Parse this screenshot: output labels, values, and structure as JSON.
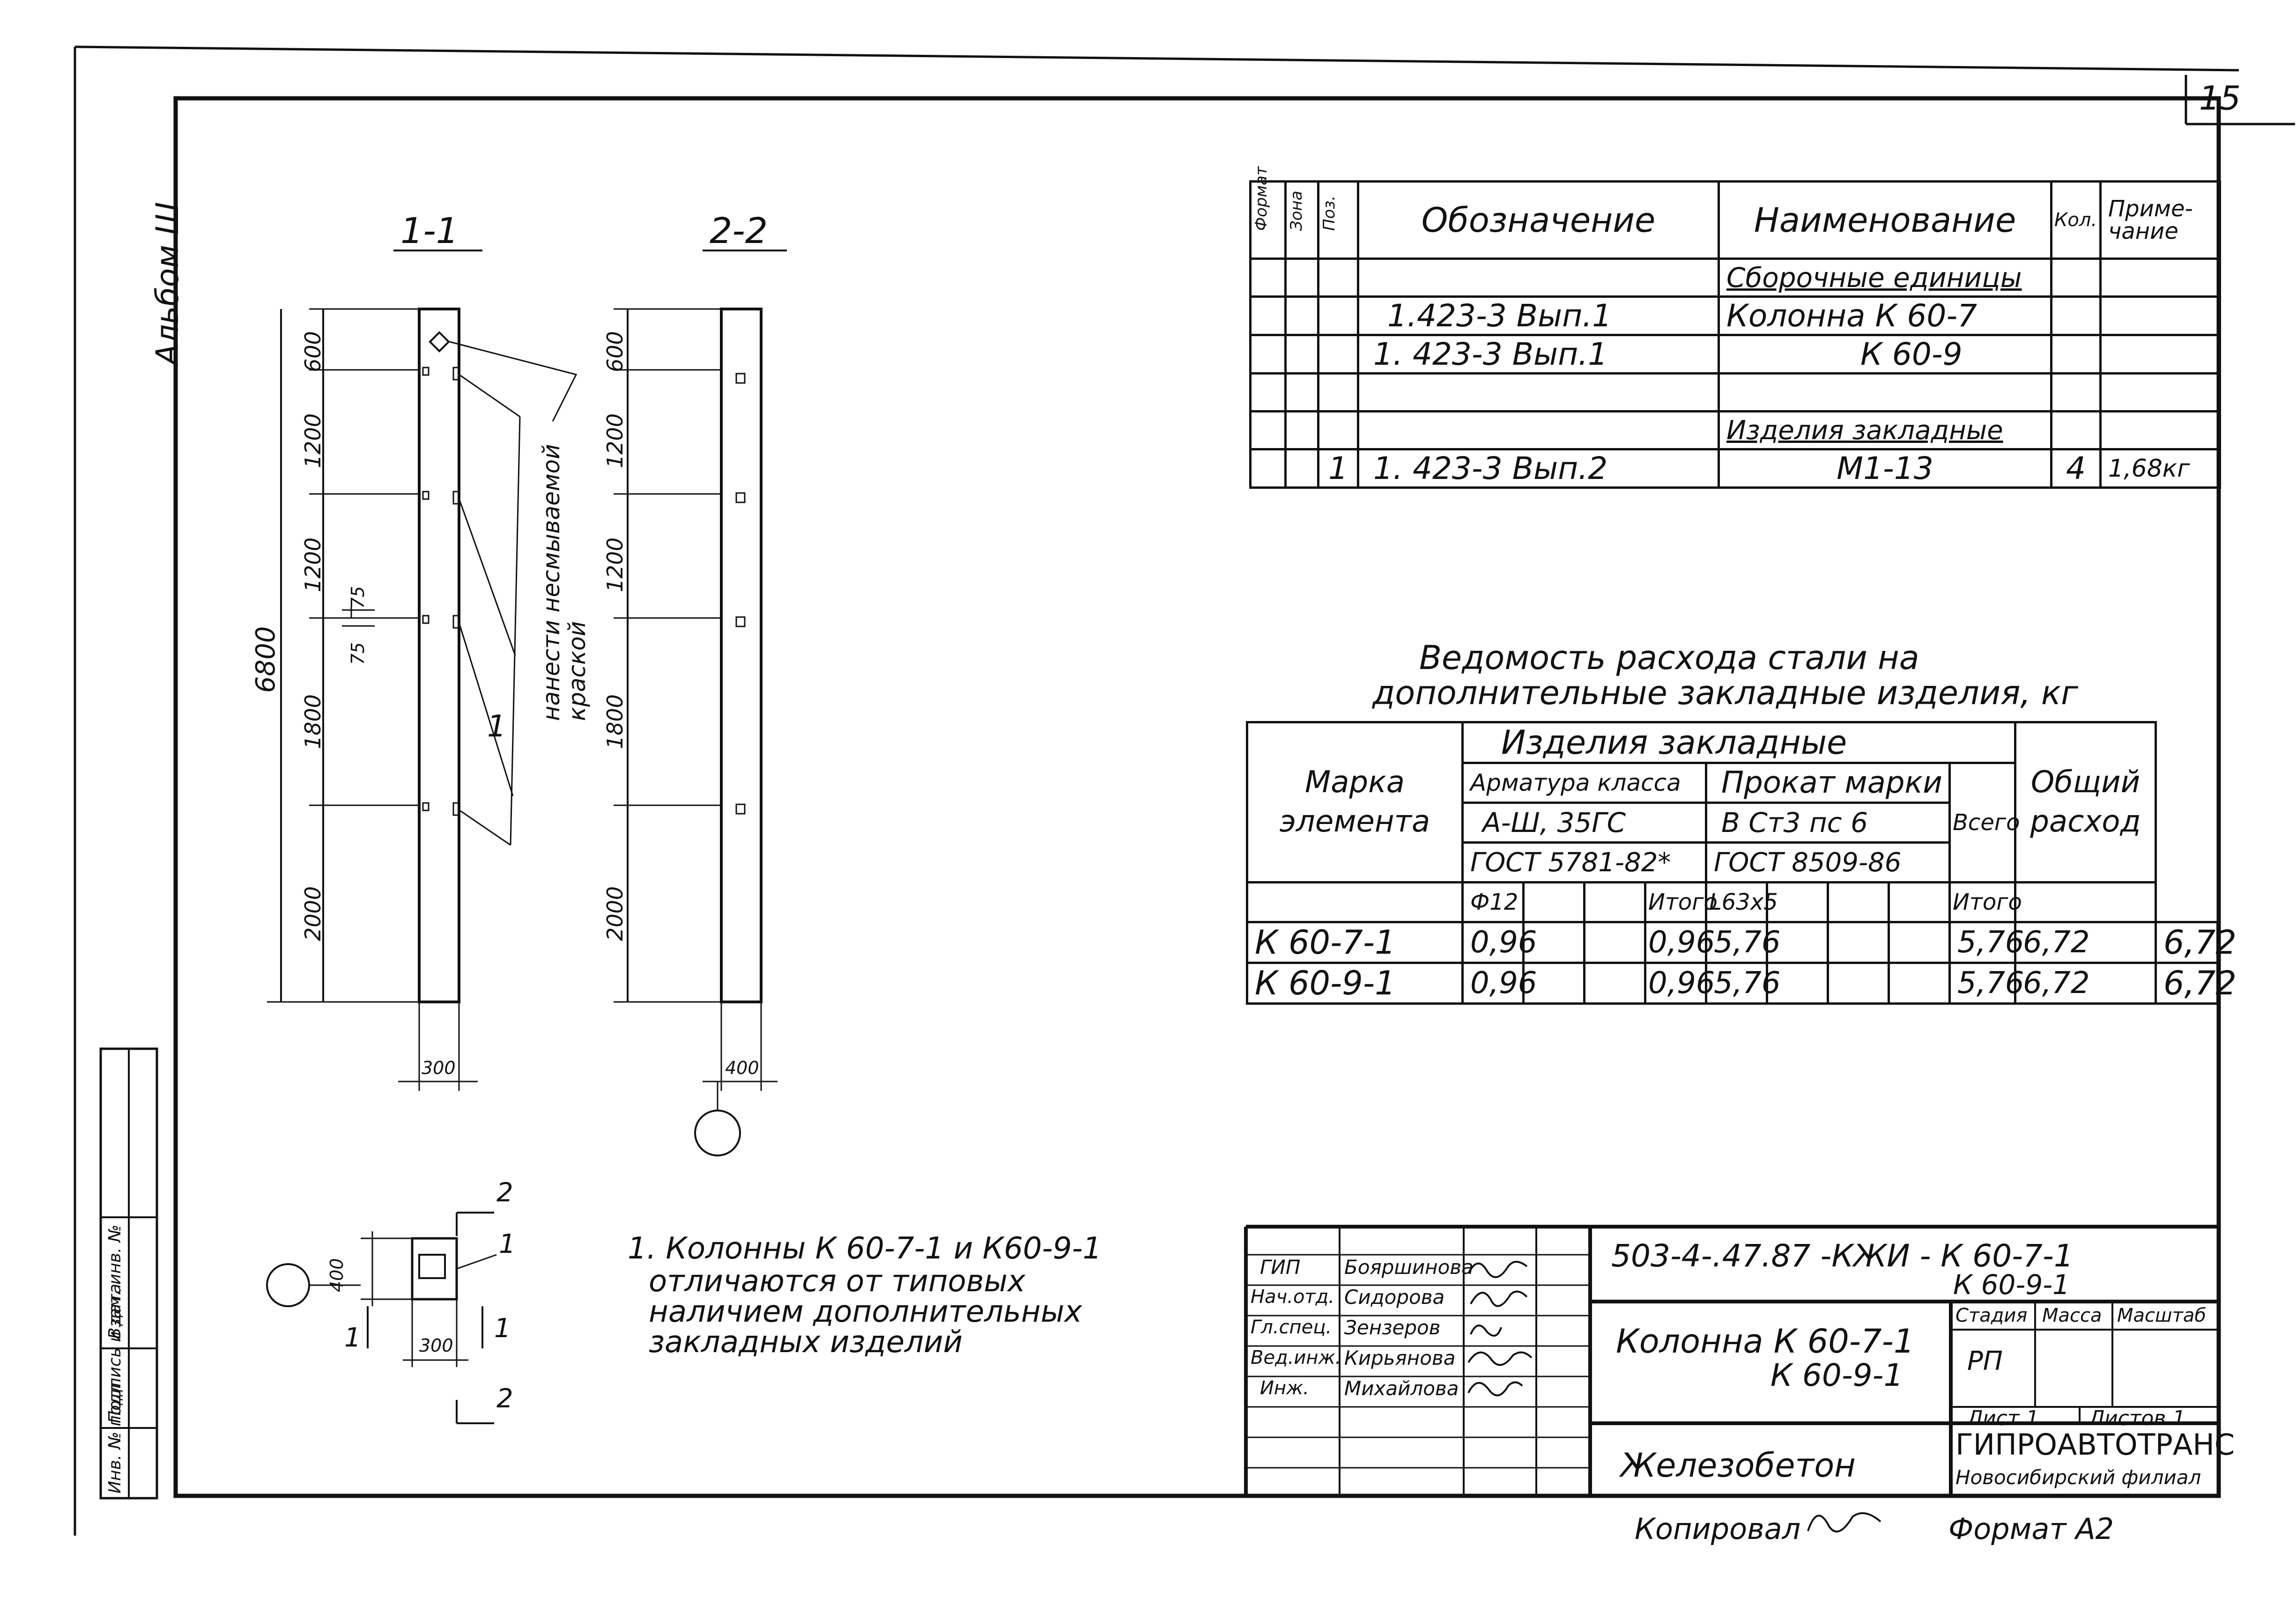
{
  "sheet_number": "15",
  "album_label": "Альбом Ш",
  "sections": {
    "s11": "1-1",
    "s22": "2-2"
  },
  "dims_1_1": {
    "total": "6800",
    "d600": "600",
    "d1200a": "1200",
    "d1200b": "1200",
    "d1800": "1800",
    "d2000": "2000",
    "d75a": "75",
    "d75b": "75",
    "width": "300"
  },
  "dims_2_2": {
    "d600": "600",
    "d1200a": "1200",
    "d1200b": "1200",
    "d1800": "1800",
    "d2000": "2000",
    "width": "400"
  },
  "paint_note": "нанести несмываемой краской",
  "callout_1": "1",
  "plan": {
    "dim400": "400",
    "dim300": "300",
    "sec1_left": "1",
    "sec1_right": "1",
    "sec2_top": "2",
    "sec2_bottom": "2",
    "pos": "1"
  },
  "spec": {
    "headers": {
      "format": "Формат",
      "zone": "Зона",
      "pos": "Поз.",
      "designation": "Обозначение",
      "name": "Наименование",
      "qty": "Кол.",
      "note": "Приме-\nчание"
    },
    "rows": [
      {
        "pos": "",
        "designation": "",
        "name": "Сборочные единицы",
        "qty": "",
        "note": ""
      },
      {
        "pos": "",
        "designation": "1.423-3  Вып.1",
        "name": "Колонна  К 60-7",
        "qty": "",
        "note": ""
      },
      {
        "pos": "",
        "designation": "1. 423-3  Вып.1",
        "name": "К 60-9",
        "qty": "",
        "note": ""
      },
      {
        "pos": "",
        "designation": "",
        "name": "",
        "qty": "",
        "note": ""
      },
      {
        "pos": "",
        "designation": "",
        "name": "Изделия закладные",
        "qty": "",
        "note": ""
      },
      {
        "pos": "1",
        "designation": "1. 423-3  Вып.2",
        "name": "М1-13",
        "qty": "4",
        "note": "1,68кг"
      }
    ]
  },
  "steel": {
    "title_line1": "Ведомость расхода стали на",
    "title_line2": "дополнительные закладные изделия, кг",
    "h_mark": "Марка элемента",
    "h_items": "Изделия закладные",
    "h_rebar": "Арматура класса",
    "h_rebar_class": "А-Ш, 35ГС",
    "h_rebar_gost": "ГОСТ 5781-82*",
    "h_rolled": "Прокат марки",
    "h_rolled_grade": "В Ст3 пс 6",
    "h_rolled_gost": "ГОСТ 8509-86",
    "h_total": "Всего",
    "h_overall": "Общий расход",
    "h_f12": "Ф12",
    "h_itogo1": "Итого",
    "h_l63": "L63x5",
    "h_itogo2": "Итого",
    "rows": [
      {
        "mark": "К 60-7-1",
        "f12": "0,96",
        "itogo1": "0,96",
        "l63": "5,76",
        "itogo2": "5,76",
        "total": "6,72",
        "overall": "6,72"
      },
      {
        "mark": "К 60-9-1",
        "f12": "0,96",
        "itogo1": "0,96",
        "l63": "5,76",
        "itogo2": "5,76",
        "total": "6,72",
        "overall": "6,72"
      }
    ]
  },
  "note": {
    "line1": "1. Колонны   К 60-7-1 и К60-9-1",
    "line2": "отличаются от типовых",
    "line3": "наличием дополнительных",
    "line4": "закладных изделий"
  },
  "side_stamp": [
    "Инв. № подл.",
    "Подпись и дата",
    "Взам. инв. №"
  ],
  "title_block": {
    "code_line1": "503-4-.47.87  -КЖИ -  К 60-7-1",
    "code_line2": "К 60-9-1",
    "roles": [
      "ГИП",
      "Нач.отд.",
      "Гл.спец.",
      "Вед.инж.",
      "Инж."
    ],
    "names": [
      "Бояршинова",
      "Сидорова",
      "Зензеров",
      "Кирьянова",
      "Михайлова"
    ],
    "object_line1": "Колонна К 60-7-1",
    "object_line2": "К 60-9-1",
    "stage_label": "Стадия",
    "mass_label": "Масса",
    "scale_label": "Масштаб",
    "stage_value": "РП",
    "sheet_label": "Лист 1",
    "sheets_label": "Листов 1",
    "material": "Железобетон",
    "org_line1": "ГИПРОАВТОТРАНС",
    "org_line2": "Новосибирский филиал"
  },
  "footer": {
    "copied": "Копировал",
    "format": "Формат А2"
  }
}
